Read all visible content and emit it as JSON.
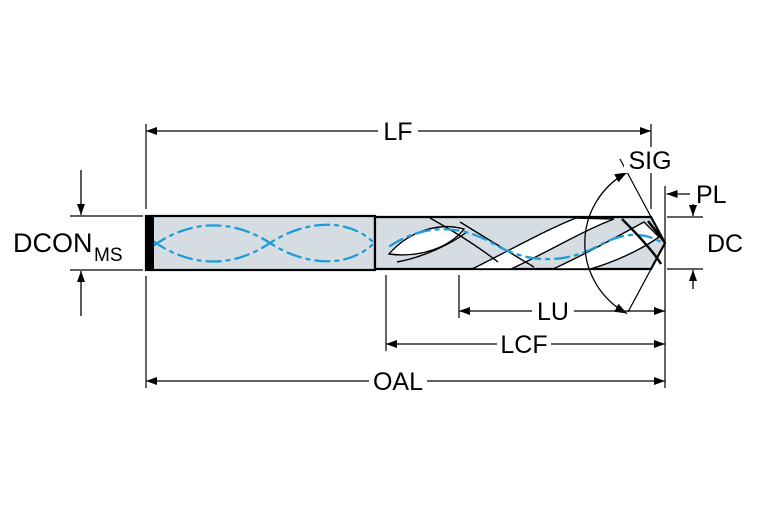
{
  "diagram": {
    "labels": {
      "lf": "LF",
      "sig": "SIG",
      "pl": "PL",
      "dcon": "DCON",
      "dcon_sub": "MS",
      "dc": "DC",
      "lu": "LU",
      "lcf": "LCF",
      "oal": "OAL"
    },
    "colors": {
      "line": "#000000",
      "body_fill": "#d5dde3",
      "flute_white": "#ffffff",
      "accent_blue": "#1e9cd7",
      "shank_end": "#000000",
      "background": "#ffffff"
    }
  }
}
